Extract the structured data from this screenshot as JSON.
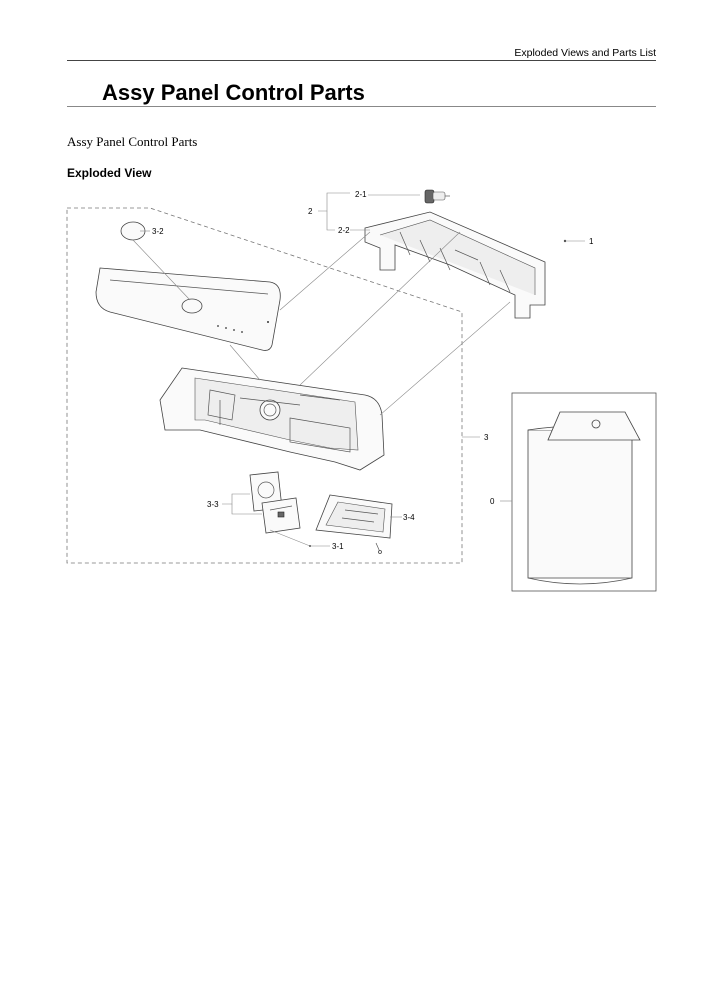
{
  "header": {
    "section": "Exploded Views and Parts List"
  },
  "page_title": "Assy Panel Control Parts",
  "subtitle": "Assy Panel Control Parts",
  "section_heading": "Exploded View",
  "callouts": {
    "c2_1": "2-1",
    "c2": "2",
    "c2_2": "2-2",
    "c1": "1",
    "c3_2": "3-2",
    "c3": "3",
    "c0": "0",
    "c3_3": "3-3",
    "c3_4": "3-4",
    "c3_1": "3-1"
  }
}
